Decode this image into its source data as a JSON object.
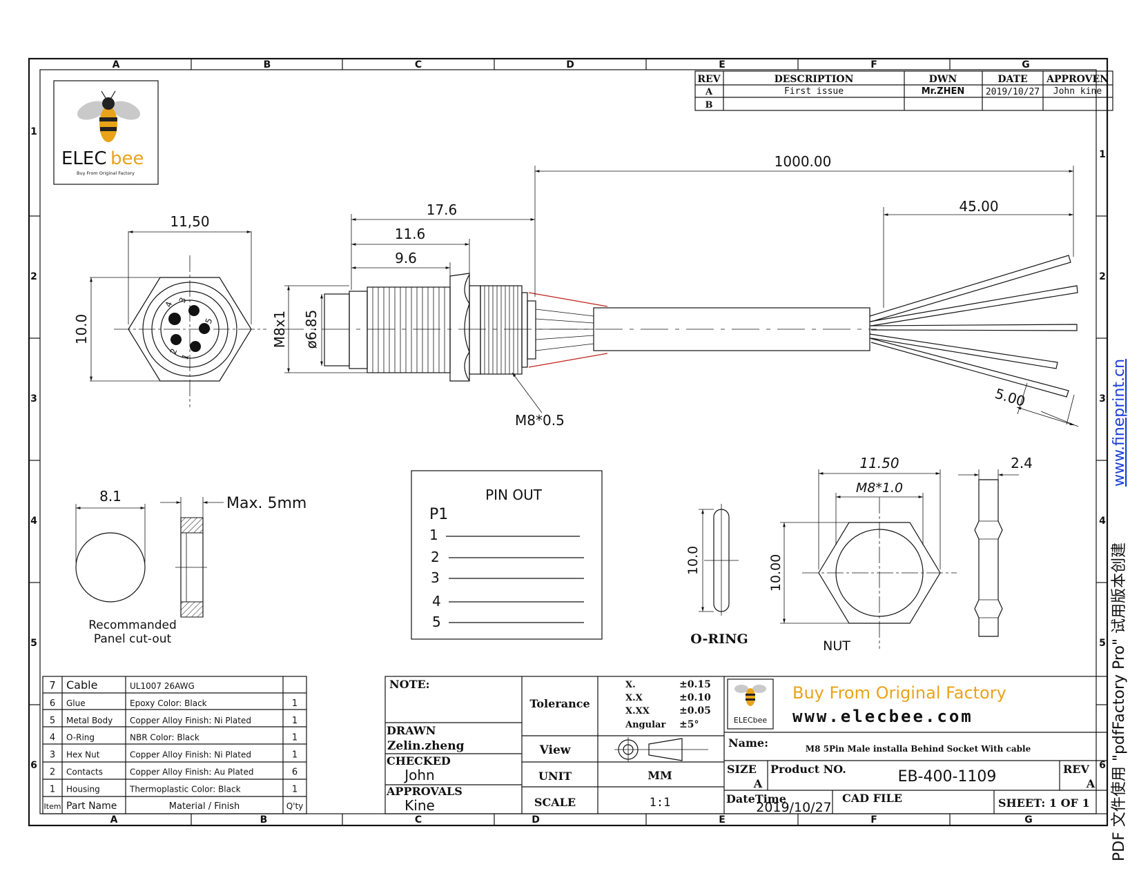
{
  "grid": {
    "cols_top": [
      "A",
      "B",
      "C",
      "D",
      "E",
      "F",
      "G"
    ],
    "cols_bottom": [
      "A",
      "B",
      "C",
      "D",
      "E",
      "F",
      "G"
    ],
    "rows_left": [
      "1",
      "2",
      "3",
      "4",
      "5",
      "6"
    ],
    "rows_right": [
      "1",
      "2",
      "3",
      "4",
      "5",
      "6"
    ]
  },
  "logo": {
    "brand_dark": "ELEC",
    "brand_light": "bee",
    "tagline": "Buy From Original Factory"
  },
  "revision_table": {
    "headers": [
      "REV",
      "DESCRIPTION",
      "DWN",
      "DATE",
      "APPROVEN"
    ],
    "rows": [
      [
        "A",
        "First issue",
        "Mr.ZHEN",
        "2019/10/27",
        "John kine"
      ],
      [
        "B",
        "",
        "",
        "",
        ""
      ]
    ]
  },
  "dimensions": {
    "total_length": "1000.00",
    "strip_length": "45.00",
    "body_length": "17.6",
    "thread_length": "11.6",
    "front_length": "9.6",
    "face_width": "11,50",
    "face_height": "10.0",
    "thread_spec": "M8x1",
    "diameter": "ø6.85",
    "rear_thread": "M8*0.5",
    "wire_strip": "5.00",
    "cutout_dia": "8.1",
    "max_panel": "Max. 5mm",
    "oring_dim": "10.0",
    "nut_width": "11.50",
    "nut_thread": "M8*1.0",
    "nut_height": "10.00",
    "nut_thick": "2.4"
  },
  "labels": {
    "cutout_line1": "Recommanded",
    "cutout_line2": "Panel cut-out",
    "oring": "O-RING",
    "nut": "NUT"
  },
  "pin_numbers": [
    "1",
    "2",
    "3",
    "4",
    "5"
  ],
  "pinout": {
    "title": "PIN OUT",
    "connector": "P1",
    "pins": [
      "1",
      "2",
      "3",
      "4",
      "5"
    ]
  },
  "bom": {
    "rows": [
      {
        "item": "7",
        "name": "Cable",
        "material": "UL1007 26AWG",
        "qty": ""
      },
      {
        "item": "6",
        "name": "Glue",
        "material": "Epoxy Color: Black",
        "qty": "1"
      },
      {
        "item": "5",
        "name": "Metal Body",
        "material": "Copper Alloy Finish: Ni Plated",
        "qty": "1"
      },
      {
        "item": "4",
        "name": "O-Ring",
        "material": "NBR Color: Black",
        "qty": "1"
      },
      {
        "item": "3",
        "name": "Hex Nut",
        "material": "Copper Alloy Finish: Ni Plated",
        "qty": "1"
      },
      {
        "item": "2",
        "name": "Contacts",
        "material": "Copper Alloy Finish: Au Plated",
        "qty": "6"
      },
      {
        "item": "1",
        "name": "Housing",
        "material": "Thermoplastic Color: Black",
        "qty": "1"
      }
    ],
    "header": {
      "item": "Item",
      "name": "Part Name",
      "material": "Material / Finish",
      "qty": "Q'ty"
    }
  },
  "title_block": {
    "note_label": "NOTE:",
    "drawn_label": "DRAWN",
    "drawn_by": "Zelin.zheng",
    "checked_label": "CHECKED",
    "checked_by": "John",
    "approvals_label": "APPROVALS",
    "approved_by": "Kine",
    "tolerance_label": "Tolerance",
    "tolerances": [
      [
        "X.",
        "±0.15"
      ],
      [
        "X.X",
        "±0.10"
      ],
      [
        "X.XX",
        "±0.05"
      ],
      [
        "Angular",
        "±5°"
      ]
    ],
    "view_label": "View",
    "unit_label": "UNIT",
    "unit": "MM",
    "scale_label": "SCALE",
    "scale": "1:1",
    "slogan": "Buy From Original  Factory",
    "website": "www.elecbee.com",
    "name_label": "Name:",
    "name": "M8 5Pin Male installa Behind Socket With cable",
    "size_label": "SIZE",
    "size": "A",
    "product_label": "Product NO.",
    "product_no": "EB-400-1109",
    "rev_label": "REV",
    "rev": "A",
    "datetime_label": "DateTime",
    "datetime": "2019/10/27",
    "cad_label": "CAD FILE",
    "sheet": "SHEET:  1 OF 1"
  },
  "watermark": {
    "text": "PDF 文件使用 \"pdfFactory Pro\" 试用版本创建",
    "link": "www.fineprint.cn",
    "link_color": "#1a3fd6"
  }
}
